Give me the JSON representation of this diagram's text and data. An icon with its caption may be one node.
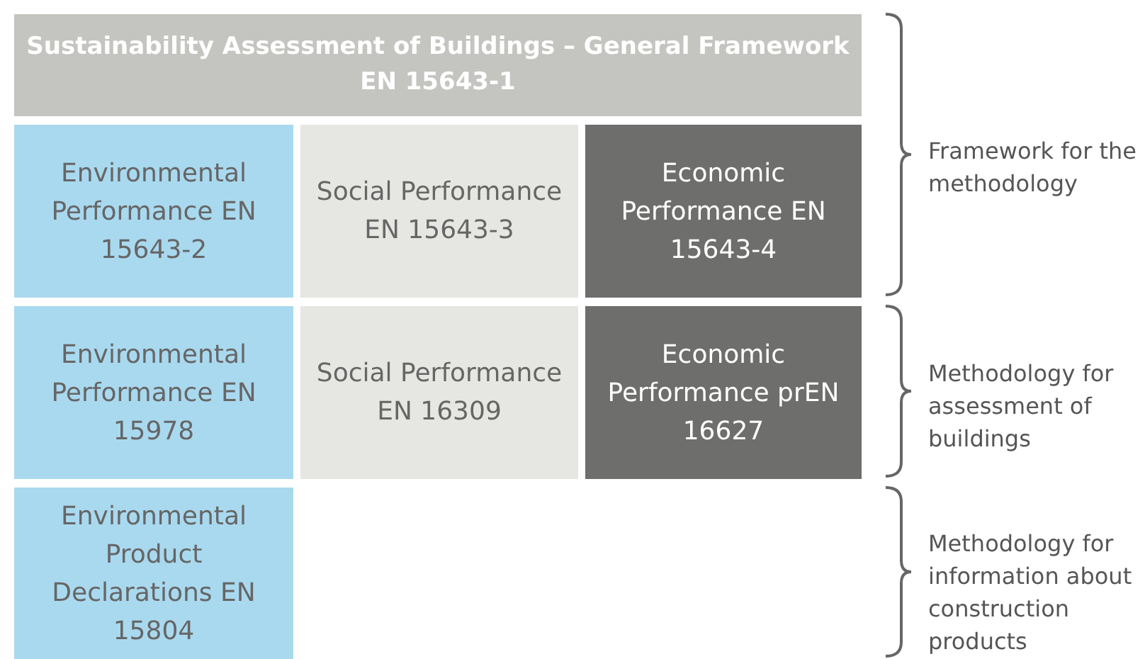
{
  "diagram": {
    "nodes": [
      {
        "text": [
          "Sustainability Assessment of Buildings – General Framework EN 15643-1"
        ]
      },
      {
        "text": [
          "Environmental Performance EN 15643-2"
        ]
      },
      {
        "text": [
          "Social Performance EN 15643-3"
        ]
      },
      {
        "text": [
          "Economic Performance EN 15643-4"
        ]
      },
      {
        "text": [
          "Environmental Performance EN 15978"
        ]
      },
      {
        "text": [
          "Social Performance EN 16309"
        ]
      },
      {
        "text": [
          "Economic Performance prEN 16627"
        ]
      },
      {
        "text": [
          "Environmental Product Declarations EN 15804"
        ]
      }
    ],
    "labels": [
      "Framework for the methodology",
      "Methodology for assessment of buildings",
      "Methodology for information about construction products"
    ]
  }
}
